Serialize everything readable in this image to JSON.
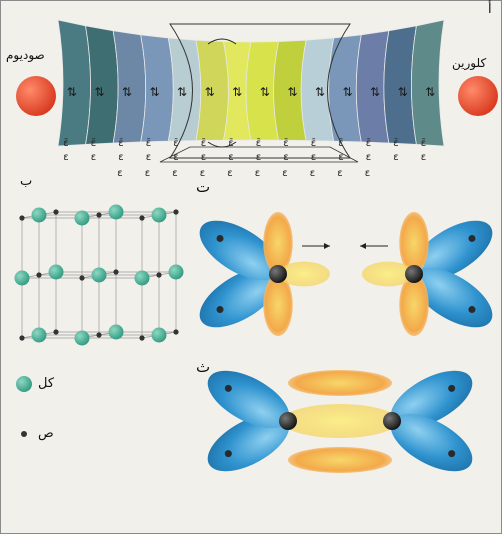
{
  "panels": {
    "a": {
      "letter": "أ"
    },
    "b": {
      "letter": "ب"
    },
    "t": {
      "letter": "ت"
    },
    "th": {
      "letter": "ث"
    }
  },
  "atoms": {
    "sodium": {
      "label": "صوديوم",
      "color": "#e8472b"
    },
    "chlorine": {
      "label": "كلورين",
      "color": "#e8472b"
    }
  },
  "legend": [
    {
      "label": "كل",
      "color": "#3aa58c"
    },
    {
      "label": "ص",
      "color": "#333333"
    }
  ],
  "orbital_band": {
    "colors": [
      "#4a7a82",
      "#3e6e72",
      "#6c88a6",
      "#7a96b8",
      "#b7cdd2",
      "#cfd65a",
      "#e2e85e",
      "#d8e24a",
      "#c0cf3c",
      "#b9cfd7",
      "#7a96b8",
      "#6c7ea8",
      "#4e6e8e",
      "#5f8a8a"
    ],
    "symbol": "⇅"
  },
  "energy_marks": {
    "row1": [
      "ε̄",
      "ε̄",
      "ε̄",
      "ε̄",
      "ε̄",
      "ε̄",
      "ε̄",
      "ε̄",
      "ε̄",
      "ε̄",
      "ε̄",
      "ε̄",
      "ε̄",
      "ε̄"
    ],
    "row2": [
      "ε",
      "ε",
      "ε",
      "ε",
      "ε",
      "ε",
      "ε",
      "ε",
      "ε",
      "ε",
      "ε",
      "ε",
      "ε",
      "ε"
    ],
    "row3": [
      "ε",
      "ε",
      "ε",
      "ε",
      "ε",
      "ε",
      "ε",
      "ε",
      "ε",
      "ε"
    ]
  }
}
